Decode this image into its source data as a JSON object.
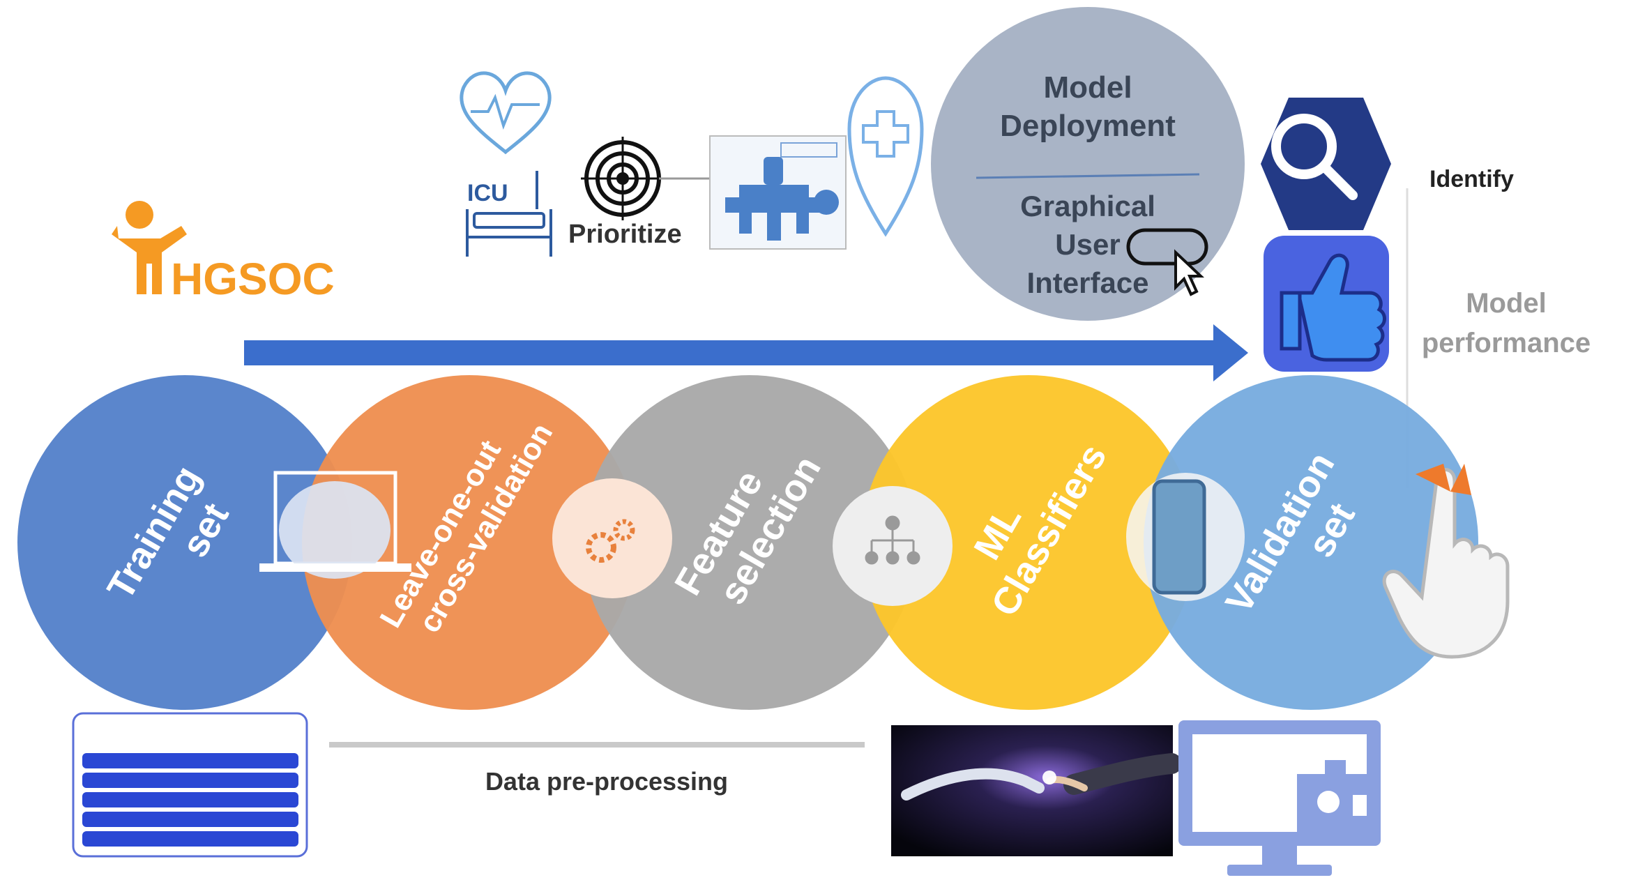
{
  "logo": {
    "text": "HGSOC",
    "color": "#f59a23"
  },
  "icu": {
    "label": "ICU"
  },
  "prioritize": {
    "label": "Prioritize"
  },
  "deployment": {
    "title_line1": "Model",
    "title_line2": "Deployment",
    "gui_line1": "Graphical",
    "gui_line2": "User",
    "gui_line3": "Interface"
  },
  "identify": {
    "label": "Identify"
  },
  "model_performance": {
    "line1": "Model",
    "line2": "performance"
  },
  "stages": [
    {
      "line1": "Training",
      "line2": "set",
      "color": "#5b86cc"
    },
    {
      "line1": "Leave-one-out",
      "line2": "cross-validation",
      "color": "#ee8f50"
    },
    {
      "line1": "Feature",
      "line2": "selection",
      "color": "#a9a9a9"
    },
    {
      "line1": "ML",
      "line2": "Classifiers",
      "color": "#fcc62b"
    },
    {
      "line1": "Validation",
      "line2": "set",
      "color": "#78acdf"
    }
  ],
  "data_preprocessing": {
    "label": "Data pre-processing"
  },
  "colors": {
    "arrow": "#3b6ecc",
    "thumb_bg": "#4a63e0",
    "hex": "#233a86",
    "icon_blue": "#5a8fd8",
    "deploy_circle": "#a9b4c6"
  }
}
